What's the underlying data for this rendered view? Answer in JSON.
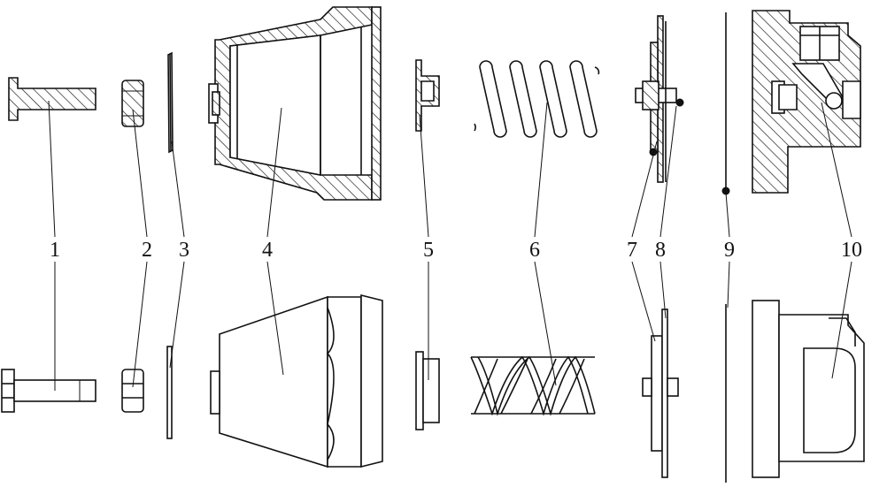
{
  "labels": {
    "l1": "1",
    "l2": "2",
    "l3": "3",
    "l4": "4",
    "l5": "5",
    "l6": "6",
    "l7": "7",
    "l8": "8",
    "l9": "9",
    "l10": "10"
  }
}
